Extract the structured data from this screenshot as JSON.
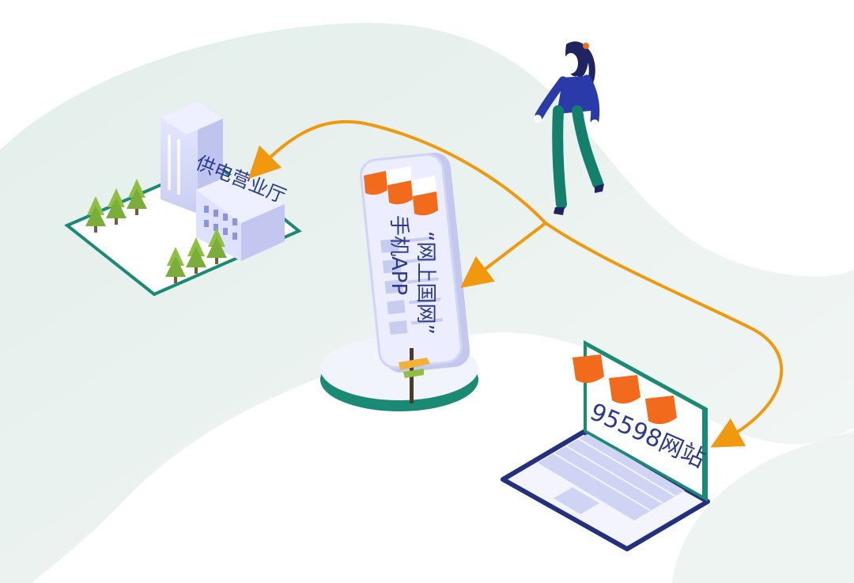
{
  "channels": {
    "service_hall": {
      "label": "供电营业厅"
    },
    "mobile_app": {
      "label_a": "手机APP",
      "label_b": "“网上国网”"
    },
    "website": {
      "label": "95598网站"
    }
  },
  "colors": {
    "background_blob": "#e6f0ed",
    "path_arrow": "#f0980e",
    "awning_orange": "#f26a1b",
    "teal_base": "#1b8a75",
    "navy_text": "#2b3a8c",
    "lavender": "#d9dcf7",
    "woman_shirt": "#2a3aa8",
    "woman_pants": "#14806b"
  },
  "icons": [
    "woman-figure-icon",
    "tree-icon",
    "signpost-icon",
    "awning-icon",
    "keyboard-icon"
  ]
}
